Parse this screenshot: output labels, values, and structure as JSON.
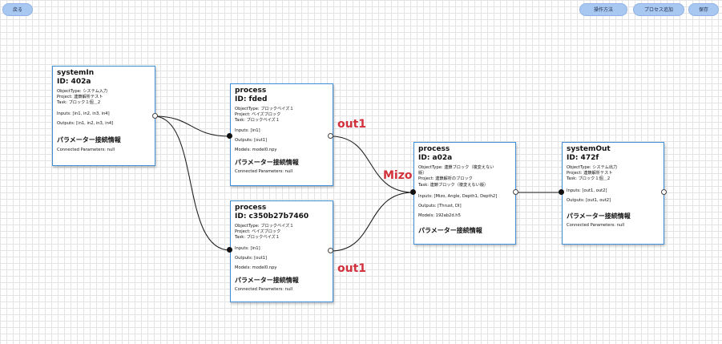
{
  "toolbar": {
    "back_label": "戻る",
    "help_label": "操作方法",
    "add_process_label": "プロセス追加",
    "save_label": "保存"
  },
  "nodes": {
    "systemin": {
      "type": "systemIn",
      "id": "ID: 402a",
      "object_type": "ObjectType: システム入力",
      "project": "Project: 連鎖解析テスト",
      "task": "Task: ブロック１個＿2",
      "inputs": "Inputs: [in1, in2, in3, in4]",
      "outputs": "Outputs: [in1, in2, in3, in4]",
      "params_title": "パラメーター接続情報",
      "connected": "Connected Parameters: null"
    },
    "process_fded": {
      "type": "process",
      "id": "ID: fded",
      "object_type": "ObjectType: ブロックベイズ１",
      "project": "Project: ベイズブロック",
      "task": "Task: ブロックベイズ１",
      "inputs": "Inputs: [in1]",
      "outputs": "Outputs: [out1]",
      "models": "Models: model0.npy",
      "params_title": "パラメーター接続情報",
      "connected": "Connected Parameters: null"
    },
    "process_c350": {
      "type": "process",
      "id": "ID: c350b27b7460",
      "object_type": "ObjectType: ブロックベイズ１",
      "project": "Project: ベイズブロック",
      "task": "Task: ブロックベイズ１",
      "inputs": "Inputs: [in1]",
      "outputs": "Outputs: [out1]",
      "models": "Models: model0.npy",
      "params_title": "パラメーター接続情報",
      "connected": "Connected Parameters: null"
    },
    "process_a02a": {
      "type": "process",
      "id": "ID: a02a",
      "object_type_1": "ObjectType: 連鎖ブロック（複変えない",
      "object_type_2": "版）",
      "project": "Project: 連鎖解析のブロック",
      "task": "Task: 連鎖ブロック（複変えない版）",
      "inputs": "Inputs: [Mizo, Angle, Depth1, Depth2]",
      "outputs": "Outputs: [Thrust, DI]",
      "models": "Models: 192ab2d.h5",
      "params_title": "パラメーター接続情報"
    },
    "systemout": {
      "type": "systemOut",
      "id": "ID: 472f",
      "object_type": "ObjectType: システム出力",
      "project": "Project: 連鎖解析テスト",
      "task": "Task: ブロック１個＿2",
      "inputs": "Inputs: [out1, out2]",
      "outputs": "Outputs: [out1, out2]",
      "params_title": "パラメーター接続情報",
      "connected": "Connected Parameters: null"
    }
  },
  "edge_labels": {
    "out1_top": "out1",
    "mizo": "Mizo",
    "out1_bottom": "out1"
  },
  "colors": {
    "node_border": "#3f8fd8",
    "button_fill": "#a9c8f1",
    "edge_label": "#d2303a",
    "wire": "#222222"
  }
}
